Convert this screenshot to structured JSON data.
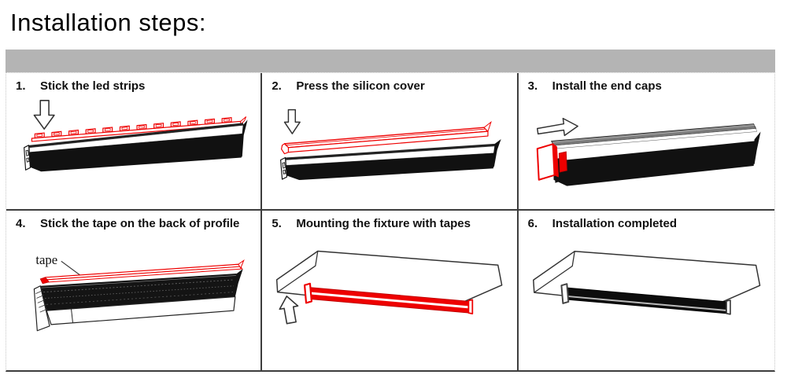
{
  "title": "Installation steps:",
  "colors": {
    "accent_red": "#ee0000",
    "bar_gray": "#b4b4b4",
    "grid_line": "#3d3d3d",
    "drawing_line": "#1a1a1a"
  },
  "steps": [
    {
      "num": "1.",
      "label": "Stick the led strips",
      "arrow_icon": "down-arrow"
    },
    {
      "num": "2.",
      "label": "Press the silicon cover",
      "arrow_icon": "down-arrow"
    },
    {
      "num": "3.",
      "label": "Install the end caps",
      "arrow_icon": "right-arrow"
    },
    {
      "num": "4.",
      "label": "Stick the tape on the back of profile",
      "annotation": "tape"
    },
    {
      "num": "5.",
      "label": "Mounting the fixture with tapes",
      "arrow_icon": "up-arrow"
    },
    {
      "num": "6.",
      "label": "Installation completed"
    }
  ]
}
